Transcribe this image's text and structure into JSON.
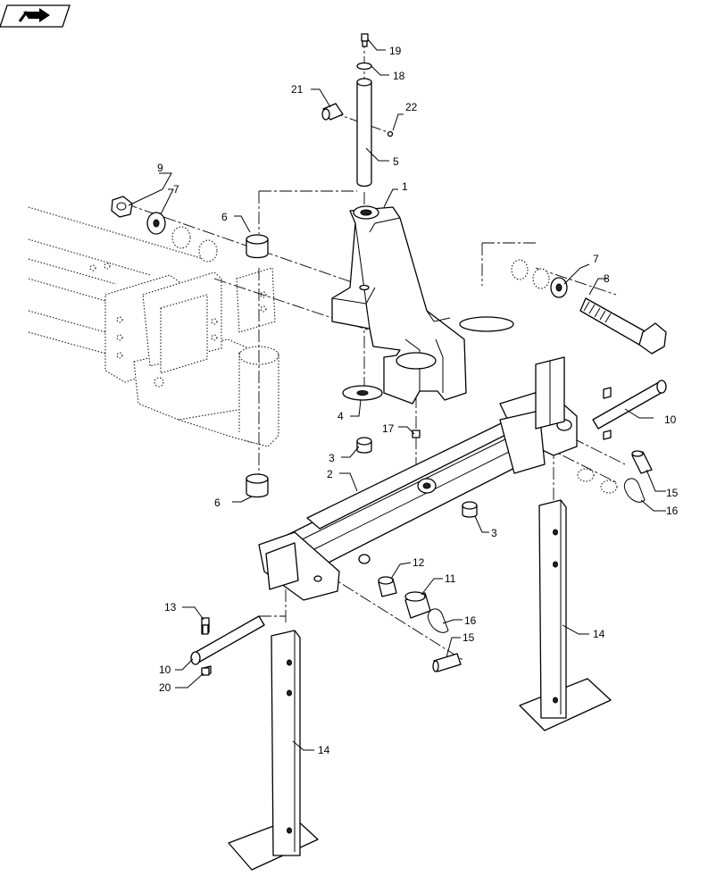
{
  "diagram": {
    "callouts": [
      {
        "id": "c19",
        "text": "19"
      },
      {
        "id": "c18",
        "text": "18"
      },
      {
        "id": "c21",
        "text": "21"
      },
      {
        "id": "c22",
        "text": "22"
      },
      {
        "id": "c5",
        "text": "5"
      },
      {
        "id": "c1",
        "text": "1"
      },
      {
        "id": "c9",
        "text": "9"
      },
      {
        "id": "c7a",
        "text": "7"
      },
      {
        "id": "c6a",
        "text": "6"
      },
      {
        "id": "c7b",
        "text": "7"
      },
      {
        "id": "c8",
        "text": "8"
      },
      {
        "id": "c4",
        "text": "4"
      },
      {
        "id": "c10a",
        "text": "10"
      },
      {
        "id": "c17",
        "text": "17"
      },
      {
        "id": "c3a",
        "text": "3"
      },
      {
        "id": "c2",
        "text": "2"
      },
      {
        "id": "c15a",
        "text": "15"
      },
      {
        "id": "c16a",
        "text": "16"
      },
      {
        "id": "c6b",
        "text": "6"
      },
      {
        "id": "c3b",
        "text": "3"
      },
      {
        "id": "c12",
        "text": "12"
      },
      {
        "id": "c11",
        "text": "11"
      },
      {
        "id": "c13",
        "text": "13"
      },
      {
        "id": "c16b",
        "text": "16"
      },
      {
        "id": "c15b",
        "text": "15"
      },
      {
        "id": "c14a",
        "text": "14"
      },
      {
        "id": "c10b",
        "text": "10"
      },
      {
        "id": "c20",
        "text": "20"
      },
      {
        "id": "c14b",
        "text": "14"
      }
    ]
  }
}
